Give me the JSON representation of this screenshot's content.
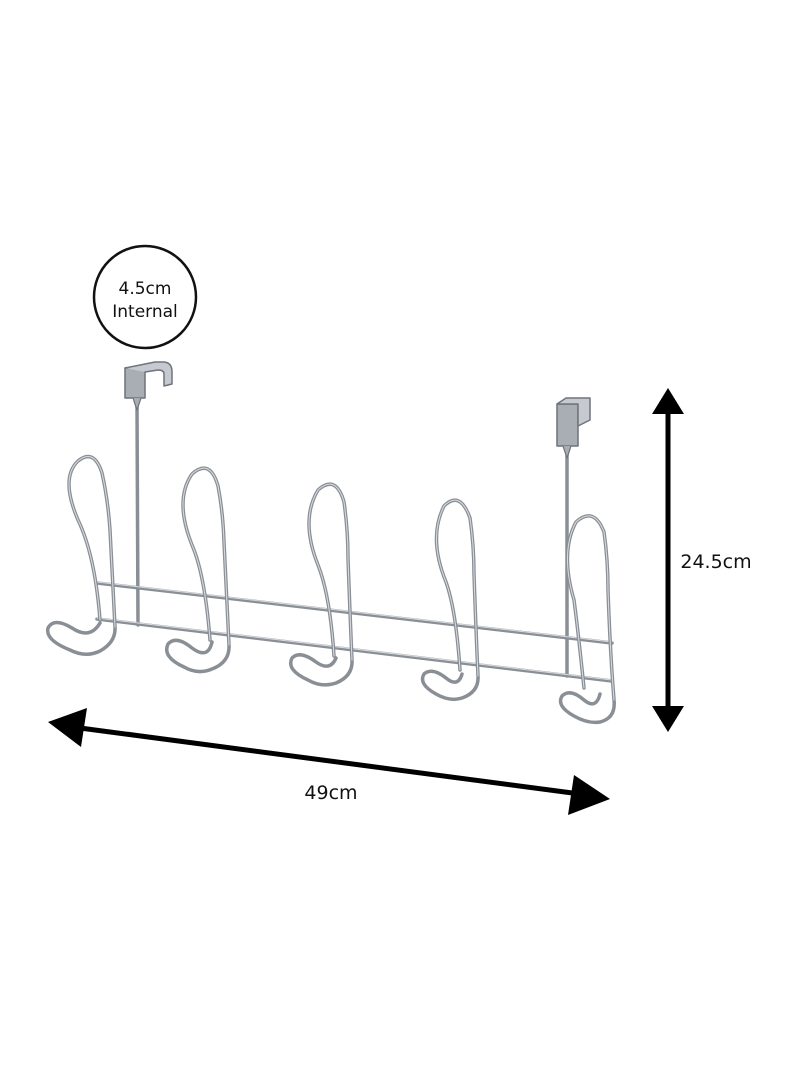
{
  "callout": {
    "line1": "4.5cm",
    "line2": "Internal"
  },
  "dimensions": {
    "height_label": "24.5cm",
    "width_label": "49cm"
  },
  "product": {
    "hook_count": 5,
    "over_door_bracket_count": 2
  },
  "colors": {
    "wire": "#8a8f96",
    "wire_highlight": "#d9dde2",
    "bracket": "#a9aeb5",
    "arrow": "#000000",
    "text": "#111111"
  }
}
